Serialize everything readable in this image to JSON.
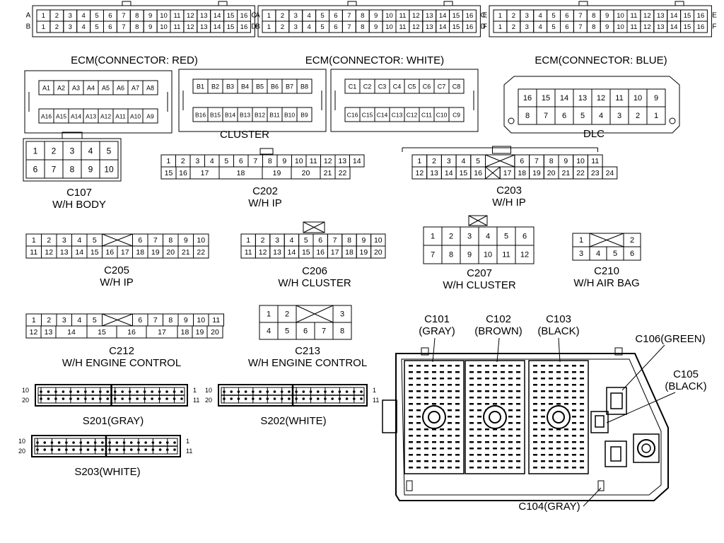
{
  "ecm": {
    "red": {
      "label": "ECM(CONNECTOR: RED)",
      "rows": [
        "A",
        "B"
      ],
      "pins": [
        "1",
        "2",
        "3",
        "4",
        "5",
        "6",
        "7",
        "8",
        "9",
        "10",
        "11",
        "12",
        "13",
        "14",
        "15",
        "16"
      ]
    },
    "white": {
      "label": "ECM(CONNECTOR: WHITE)",
      "rows": [
        "C",
        "D"
      ],
      "pins": [
        "1",
        "2",
        "3",
        "4",
        "5",
        "6",
        "7",
        "8",
        "9",
        "10",
        "11",
        "12",
        "13",
        "14",
        "15",
        "16"
      ]
    },
    "blue": {
      "label": "ECM(CONNECTOR: BLUE)",
      "rows": [
        "E",
        "F"
      ],
      "pins": [
        "1",
        "2",
        "3",
        "4",
        "5",
        "6",
        "7",
        "8",
        "9",
        "10",
        "11",
        "12",
        "13",
        "14",
        "15",
        "16"
      ]
    }
  },
  "cluster": {
    "label": "CLUSTER",
    "a_top": [
      "A1",
      "A2",
      "A3",
      "A4",
      "A5",
      "A6",
      "A7",
      "A8"
    ],
    "a_bot": [
      "A16",
      "A15",
      "A14",
      "A13",
      "A12",
      "A11",
      "A10",
      "A9"
    ],
    "b_top": [
      "B1",
      "B2",
      "B3",
      "B4",
      "B5",
      "B6",
      "B7",
      "B8"
    ],
    "b_bot": [
      "B16",
      "B15",
      "B14",
      "B13",
      "B12",
      "B11",
      "B10",
      "B9"
    ],
    "c_top": [
      "C1",
      "C2",
      "C3",
      "C4",
      "C5",
      "C6",
      "C7",
      "C8"
    ],
    "c_bot": [
      "C16",
      "C15",
      "C14",
      "C13",
      "C12",
      "C11",
      "C10",
      "C9"
    ]
  },
  "dlc": {
    "label": "DLC",
    "top": [
      "16",
      "15",
      "14",
      "13",
      "12",
      "11",
      "10",
      "9"
    ],
    "bot": [
      "8",
      "7",
      "6",
      "5",
      "4",
      "3",
      "2",
      "1"
    ]
  },
  "c107": {
    "name": "C107",
    "sub": "W/H BODY",
    "top": [
      "1",
      "2",
      "3",
      "4",
      "5"
    ],
    "bot": [
      "6",
      "7",
      "8",
      "9",
      "10"
    ]
  },
  "c202": {
    "name": "C202",
    "sub": "W/H IP",
    "top": [
      "1",
      "2",
      "3",
      "4",
      "5",
      "6",
      "7",
      "8",
      "9",
      "10",
      "11",
      "12",
      "13",
      "14"
    ],
    "bot": [
      "15",
      "16",
      "17",
      "18",
      "19",
      "20",
      "21",
      "22"
    ]
  },
  "c203": {
    "name": "C203",
    "sub": "W/H IP",
    "top": [
      "1",
      "2",
      "3",
      "4",
      "5",
      "6",
      "7",
      "8",
      "9",
      "10",
      "11"
    ],
    "bot": [
      "12",
      "13",
      "14",
      "15",
      "16",
      "17",
      "18",
      "19",
      "20",
      "21",
      "22",
      "23",
      "24"
    ]
  },
  "c205": {
    "name": "C205",
    "sub": "W/H IP",
    "top": [
      "1",
      "2",
      "3",
      "4",
      "5",
      "6",
      "7",
      "8",
      "9",
      "10"
    ],
    "bot": [
      "11",
      "12",
      "13",
      "14",
      "15",
      "16",
      "17",
      "18",
      "19",
      "20",
      "21",
      "22"
    ]
  },
  "c206": {
    "name": "C206",
    "sub": "W/H CLUSTER",
    "top": [
      "1",
      "2",
      "3",
      "4",
      "5",
      "6",
      "7",
      "8",
      "9",
      "10"
    ],
    "bot": [
      "11",
      "12",
      "13",
      "14",
      "15",
      "16",
      "17",
      "18",
      "19",
      "20"
    ]
  },
  "c207": {
    "name": "C207",
    "sub": "W/H CLUSTER",
    "top": [
      "1",
      "2",
      "3",
      "4",
      "5",
      "6"
    ],
    "bot": [
      "7",
      "8",
      "9",
      "10",
      "11",
      "12"
    ]
  },
  "c210": {
    "name": "C210",
    "sub": "W/H AIR BAG",
    "top": [
      "1",
      "2"
    ],
    "bot": [
      "3",
      "4",
      "5",
      "6"
    ]
  },
  "c212": {
    "name": "C212",
    "sub": "W/H ENGINE CONTROL",
    "top": [
      "1",
      "2",
      "3",
      "4",
      "5",
      "6",
      "7",
      "8",
      "9",
      "10",
      "11"
    ],
    "bot": [
      "12",
      "13",
      "14",
      "15",
      "16",
      "17",
      "18",
      "19",
      "20"
    ]
  },
  "c213": {
    "name": "C213",
    "sub": "W/H ENGINE CONTROL",
    "top": [
      "1",
      "2",
      "3"
    ],
    "bot": [
      "4",
      "5",
      "6",
      "7",
      "8"
    ]
  },
  "splices": {
    "s201": {
      "label": "S201(GRAY)",
      "pins": [
        "10",
        "20",
        "1",
        "11"
      ]
    },
    "s202": {
      "label": "S202(WHITE)",
      "pins": [
        "10",
        "20",
        "1",
        "11"
      ]
    },
    "s203": {
      "label": "S203(WHITE)",
      "pins": [
        "10",
        "20",
        "1",
        "11"
      ]
    }
  },
  "junction": {
    "c101": {
      "name": "C101",
      "color": "(GRAY)"
    },
    "c102": {
      "name": "C102",
      "color": "(BROWN)"
    },
    "c103": {
      "name": "C103",
      "color": "(BLACK)"
    },
    "c106": "C106(GREEN)",
    "c105": {
      "name": "C105",
      "color": "(BLACK)"
    },
    "c104": "C104(GRAY)"
  }
}
